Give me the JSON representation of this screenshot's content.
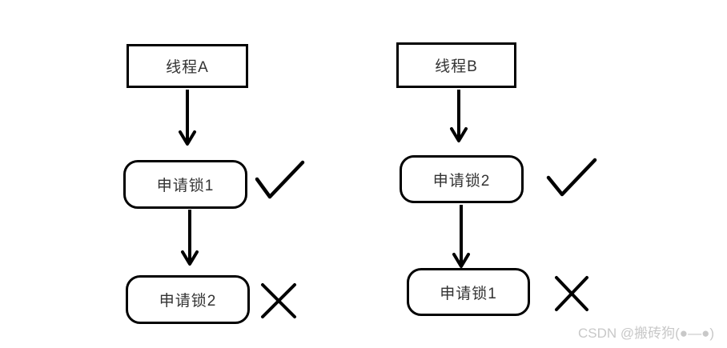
{
  "diagram": {
    "background": "#ffffff",
    "line_color": "#000000",
    "text_color": "#333333",
    "columns": [
      {
        "thread": "线程A",
        "steps": [
          {
            "label": "申请锁1",
            "result": "success",
            "mark": "check-icon"
          },
          {
            "label": "申请锁2",
            "result": "fail",
            "mark": "cross-icon"
          }
        ]
      },
      {
        "thread": "线程B",
        "steps": [
          {
            "label": "申请锁2",
            "result": "success",
            "mark": "check-icon"
          },
          {
            "label": "申请锁1",
            "result": "fail",
            "mark": "cross-icon"
          }
        ]
      }
    ]
  },
  "watermark": {
    "text": "CSDN @搬砖狗(●—●)",
    "color": "#c8c8c8"
  }
}
